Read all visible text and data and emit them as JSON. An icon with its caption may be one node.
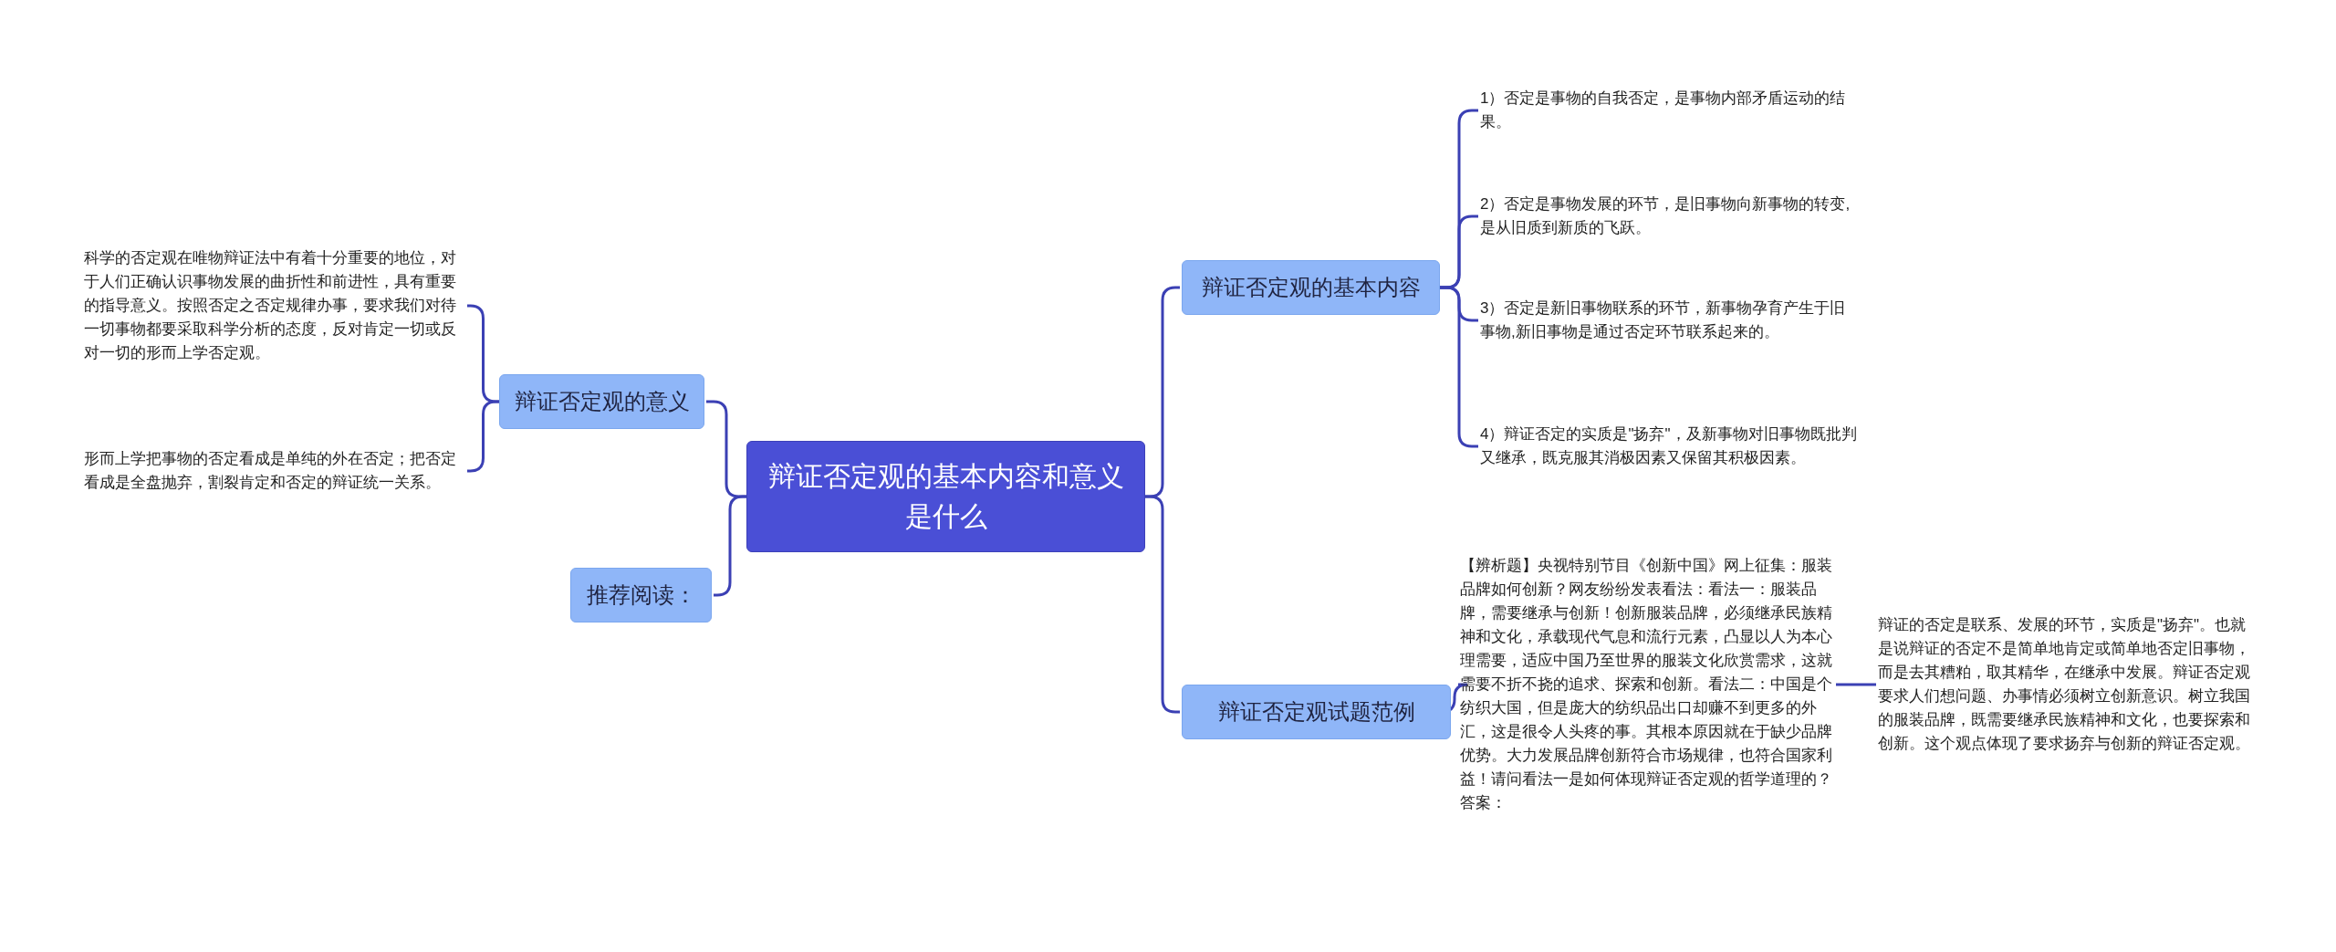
{
  "diagram": {
    "nodes": [
      {
        "text": [
          "辩证否定观的基本内容和意义是什么"
        ]
      },
      {
        "text": [
          "辩证否定观的意义"
        ]
      },
      {
        "text": [
          "科学的否定观在唯物辩证法中有着十分重要的地位，对于人们正确认识事物发展的曲折性和前进性，具有重要的指导意义。按照否定之否定规律办事，要求我们对待一切事物都要采取科学分析的态度，反对肯定一切或反对一切的形而上学否定观。"
        ]
      },
      {
        "text": [
          "形而上学把事物的否定看成是单纯的外在否定；把否定看成是全盘抛弃，割裂肯定和否定的辩证统一关系。"
        ]
      },
      {
        "text": [
          "推荐阅读："
        ]
      },
      {
        "text": [
          "辩证否定观的基本内容"
        ]
      },
      {
        "text": [
          "1）否定是事物的自我否定，是事物内部矛盾运动的结果。"
        ]
      },
      {
        "text": [
          "2）否定是事物发展的环节，是旧事物向新事物的转变,是从旧质到新质的飞跃。"
        ]
      },
      {
        "text": [
          "3）否定是新旧事物联系的环节，新事物孕育产生于旧事物,新旧事物是通过否定环节联系起来的。"
        ]
      },
      {
        "text": [
          "4）辩证否定的实质是\"扬弃\"，及新事物对旧事物既批判又继承，既克服其消极因素又保留其积极因素。"
        ]
      },
      {
        "text": [
          "辩证否定观试题范例"
        ]
      },
      {
        "text": [
          "【辨析题】央视特别节目《创新中国》网上征集：服装品牌如何创新？网友纷纷发表看法：看法一：服装品牌，需要继承与创新！创新服装品牌，必须继承民族精神和文化，承载现代气息和流行元素，凸显以人为本心理需要，适应中国乃至世界的服装文化欣赏需求，这就需要不折不挠的追求、探索和创新。看法二：中国是个纺织大国，但是庞大的纺织品出口却赚不到更多的外汇，这是很令人头疼的事。其根本原因就在于缺少品牌优势。大力发展品牌创新符合市场规律，也符合国家利益！请问看法一是如何体现辩证否定观的哲学道理的？答案："
        ]
      },
      {
        "text": [
          "辩证的否定是联系、发展的环节，实质是\"扬弃\"。也就是说辩证的否定不是简单地肯定或简单地否定旧事物，而是去其糟粕，取其精华，在继承中发展。辩证否定观要求人们想问题、办事情必须树立创新意识。树立我国的服装品牌，既需要继承民族精神和文化，也要探索和创新。这个观点体现了要求扬弃与创新的辩证否定观。"
        ]
      }
    ],
    "edges": [
      {
        "from": 0,
        "to": 1,
        "arrow": "none"
      },
      {
        "from": 1,
        "to": 2,
        "arrow": "none"
      },
      {
        "from": 1,
        "to": 3,
        "arrow": "none"
      },
      {
        "from": 0,
        "to": 4,
        "arrow": "none"
      },
      {
        "from": 0,
        "to": 5,
        "arrow": "none"
      },
      {
        "from": 5,
        "to": 6,
        "arrow": "none"
      },
      {
        "from": 5,
        "to": 7,
        "arrow": "none"
      },
      {
        "from": 5,
        "to": 8,
        "arrow": "none"
      },
      {
        "from": 5,
        "to": 9,
        "arrow": "none"
      },
      {
        "from": 0,
        "to": 10,
        "arrow": "none"
      },
      {
        "from": 10,
        "to": 11,
        "arrow": "none"
      },
      {
        "from": 11,
        "to": 12,
        "arrow": "none"
      }
    ]
  }
}
